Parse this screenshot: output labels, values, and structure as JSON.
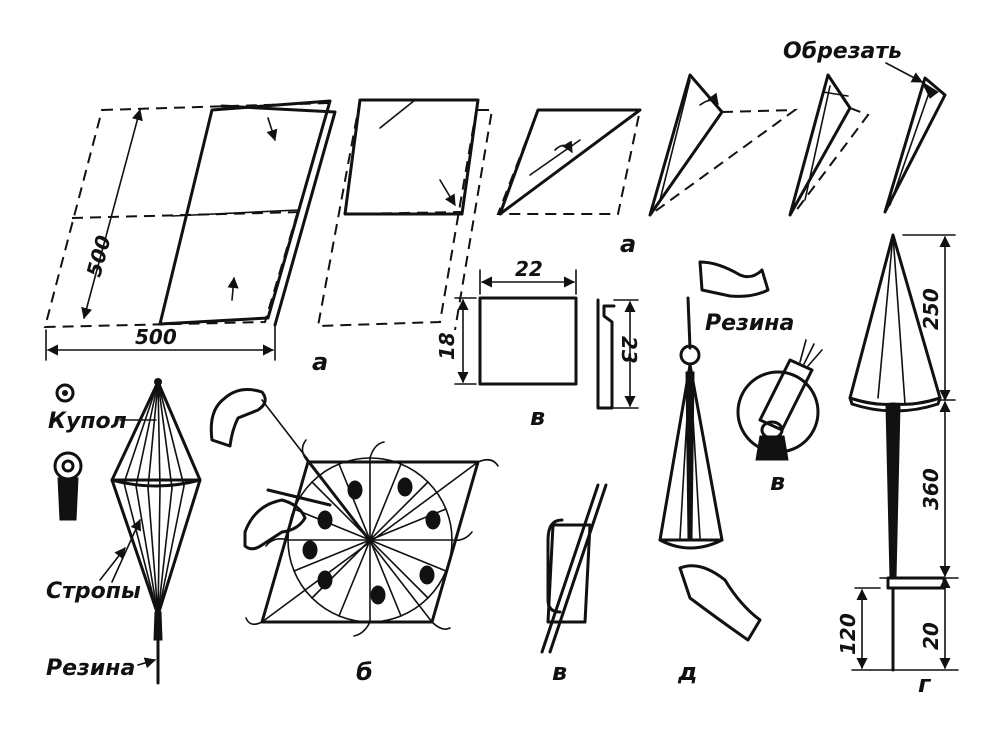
{
  "labels": {
    "cut": "Обрезать",
    "dome": "Купол",
    "lines": "Стропы",
    "rubber": "Резина",
    "rubber_top": "Резина"
  },
  "dimensions": {
    "sheet_width": "500",
    "sheet_height": "500",
    "plate_width": "22",
    "plate_height": "18",
    "hook_height": "23",
    "cone_height": "250",
    "body_length": "360",
    "neck_length": "20",
    "base_length": "120"
  },
  "step_letters": {
    "a1": "a",
    "a2": "a",
    "b": "б",
    "v1": "в",
    "v2": "в",
    "v3": "в",
    "d": "д",
    "g": "г"
  }
}
